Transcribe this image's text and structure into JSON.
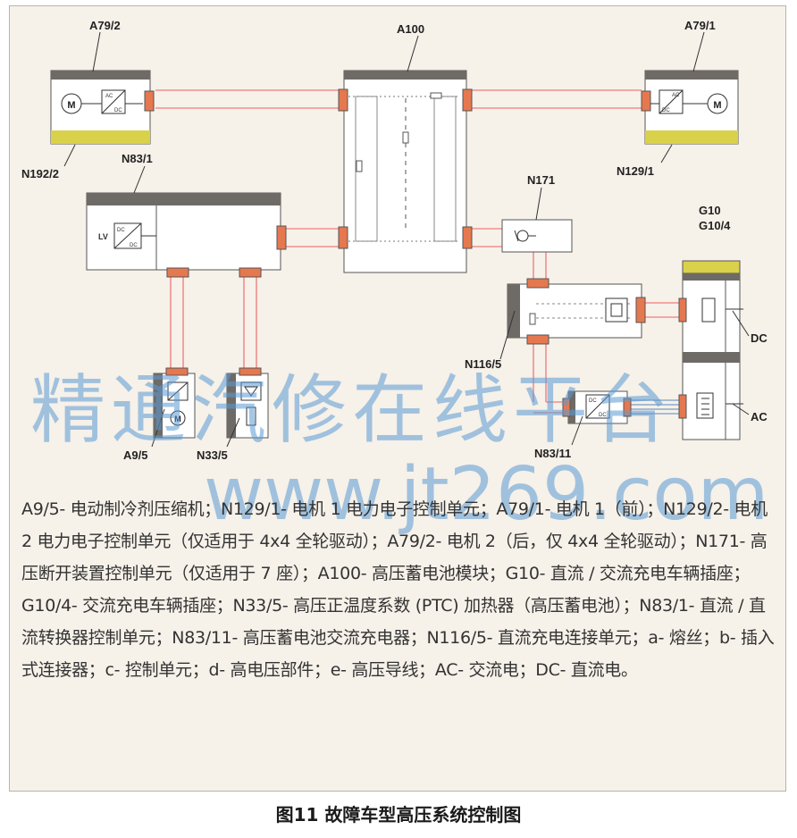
{
  "diagram": {
    "labels": {
      "a79_2": "A79/2",
      "a100": "A100",
      "a79_1": "A79/1",
      "n192_2": "N192/2",
      "n129_1": "N129/1",
      "n83_1": "N83/1",
      "n171": "N171",
      "g10": "G10",
      "g10_4": "G10/4",
      "dc": "DC",
      "ac": "AC",
      "n116_5": "N116/5",
      "a9_5": "A9/5",
      "n33_5": "N33/5",
      "n83_11": "N83/11",
      "lv": "LV"
    },
    "colors": {
      "bar_dark": "#6e6a66",
      "bar_yellow": "#d9d14a",
      "connector": "#e6784f",
      "hv_cable": "#ef8f8f",
      "box_fill": "#ffffff",
      "box_stroke": "#555555"
    }
  },
  "legend": {
    "text": "A9/5- 电动制冷剂压缩机；N129/1- 电机 1 电力电子控制单元；A79/1- 电机 1（前）；N129/2- 电机 2 电力电子控制单元（仅适用于 4x4 全轮驱动）；A79/2- 电机 2（后，仅 4x4 全轮驱动）；N171- 高压断开装置控制单元（仅适用于 7 座）；A100- 高压蓄电池模块；G10- 直流 / 交流充电车辆插座；G10/4- 交流充电车辆插座；N33/5- 高压正温度系数 (PTC) 加热器（高压蓄电池）；N83/1- 直流 / 直流转换器控制单元；N83/11- 高压蓄电池交流充电器；N116/5- 直流充电连接单元；a- 熔丝；b- 插入式连接器；c- 控制单元；d- 高电压部件；e- 高压导线；AC- 交流电；DC- 直流电。"
  },
  "watermark": {
    "cn": "精通汽修在线平台",
    "url": "www.jt269.com"
  },
  "caption": "图11 故障车型高压系统控制图"
}
